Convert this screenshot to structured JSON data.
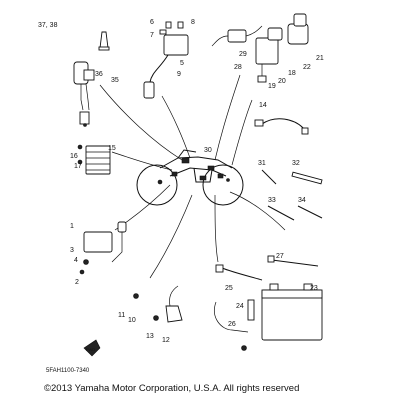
{
  "diagram": {
    "callouts": [
      {
        "id": "c1",
        "text": "37, 38"
      },
      {
        "id": "c2",
        "text": "36"
      },
      {
        "id": "c3",
        "text": "35"
      },
      {
        "id": "c4",
        "text": "6"
      },
      {
        "id": "c5",
        "text": "8"
      },
      {
        "id": "c6",
        "text": "7"
      },
      {
        "id": "c7",
        "text": "5"
      },
      {
        "id": "c8",
        "text": "9"
      },
      {
        "id": "c9",
        "text": "29"
      },
      {
        "id": "c10",
        "text": "28"
      },
      {
        "id": "c11",
        "text": "18"
      },
      {
        "id": "c12",
        "text": "20"
      },
      {
        "id": "c13",
        "text": "19"
      },
      {
        "id": "c14",
        "text": "21"
      },
      {
        "id": "c15",
        "text": "22"
      },
      {
        "id": "c16",
        "text": "14"
      },
      {
        "id": "c17",
        "text": "16"
      },
      {
        "id": "c18",
        "text": "17"
      },
      {
        "id": "c19",
        "text": "15"
      },
      {
        "id": "c20",
        "text": "30"
      },
      {
        "id": "c21",
        "text": "31"
      },
      {
        "id": "c22",
        "text": "32"
      },
      {
        "id": "c23",
        "text": "33"
      },
      {
        "id": "c24",
        "text": "34"
      },
      {
        "id": "c25",
        "text": "1"
      },
      {
        "id": "c26",
        "text": "3"
      },
      {
        "id": "c27",
        "text": "4"
      },
      {
        "id": "c28",
        "text": "2"
      },
      {
        "id": "c29",
        "text": "27"
      },
      {
        "id": "c30",
        "text": "25"
      },
      {
        "id": "c31",
        "text": "23"
      },
      {
        "id": "c32",
        "text": "24"
      },
      {
        "id": "c33",
        "text": "11"
      },
      {
        "id": "c34",
        "text": "10"
      },
      {
        "id": "c35",
        "text": "13"
      },
      {
        "id": "c36",
        "text": "12"
      },
      {
        "id": "c37",
        "text": "26"
      }
    ],
    "figure_code": "5FAH1100-7340",
    "fwd_label": "FWD"
  },
  "footer": {
    "copyright": "©2013 Yamaha Motor Corporation, U.S.A. All rights reserved"
  }
}
